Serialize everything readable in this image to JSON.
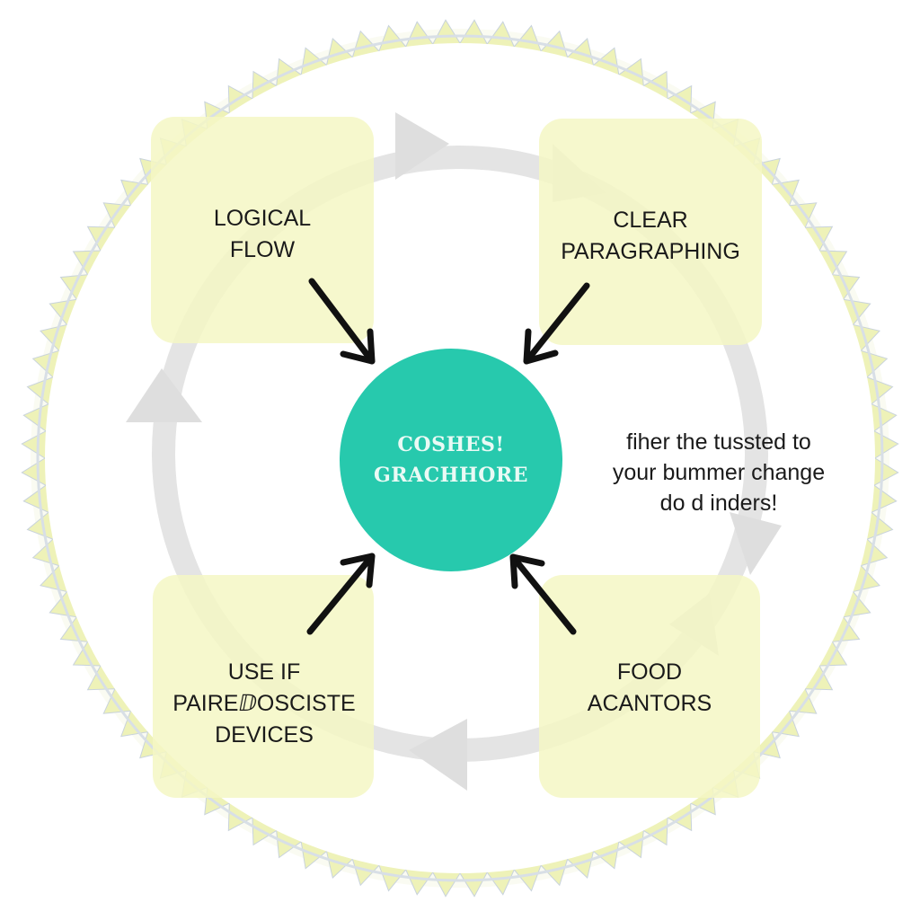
{
  "colors": {
    "box_fill": "#f4f7c4",
    "center_fill": "#27c9ad",
    "ring_color": "#dcdcdc",
    "border_teeth": "#eef2b8",
    "arrow_color": "#111111"
  },
  "nodes": {
    "top_left": {
      "lines": [
        "LOGICAL",
        "FLOW"
      ]
    },
    "top_right": {
      "lines": [
        "CLEAR",
        "PARAGRAPHING"
      ]
    },
    "bottom_left": {
      "lines": [
        "USE IF",
        "PAIREⅅOSCISTE",
        "DEVICES"
      ]
    },
    "bottom_right": {
      "lines": [
        "FOOD",
        "ACANTORS"
      ]
    }
  },
  "center": {
    "lines": [
      "COSHES!",
      "GRACHHORE"
    ]
  },
  "side_note": {
    "lines": [
      "fiher the tussted to",
      "your bummer change",
      "do d inders!"
    ]
  },
  "icons": {
    "arrows_in": "arrow-pointing-to-center",
    "cycle": "circular-cycle-arrows"
  }
}
